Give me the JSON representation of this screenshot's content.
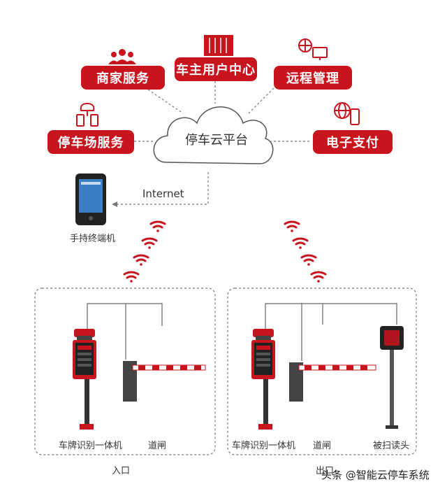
{
  "cloud": {
    "label": "停车云平台"
  },
  "services": {
    "merchant": "商家服务",
    "owner_center": "车主用户中心",
    "remote_mgmt": "远程管理",
    "parking_service": "停车场服务",
    "e_payment": "电子支付"
  },
  "links": {
    "internet": "Internet"
  },
  "devices": {
    "handheld": "手持终端机",
    "lpr_entry": "车牌识别一体机",
    "gate_entry": "道闸",
    "lpr_exit": "车牌识别一体机",
    "gate_exit": "道闸",
    "scanner": "被扫读头"
  },
  "zones": {
    "entry": "入口",
    "exit": "出口"
  },
  "watermark": "头条 @智能云停车系统",
  "colors": {
    "brand": "#c8141d",
    "dash": "#777777"
  }
}
